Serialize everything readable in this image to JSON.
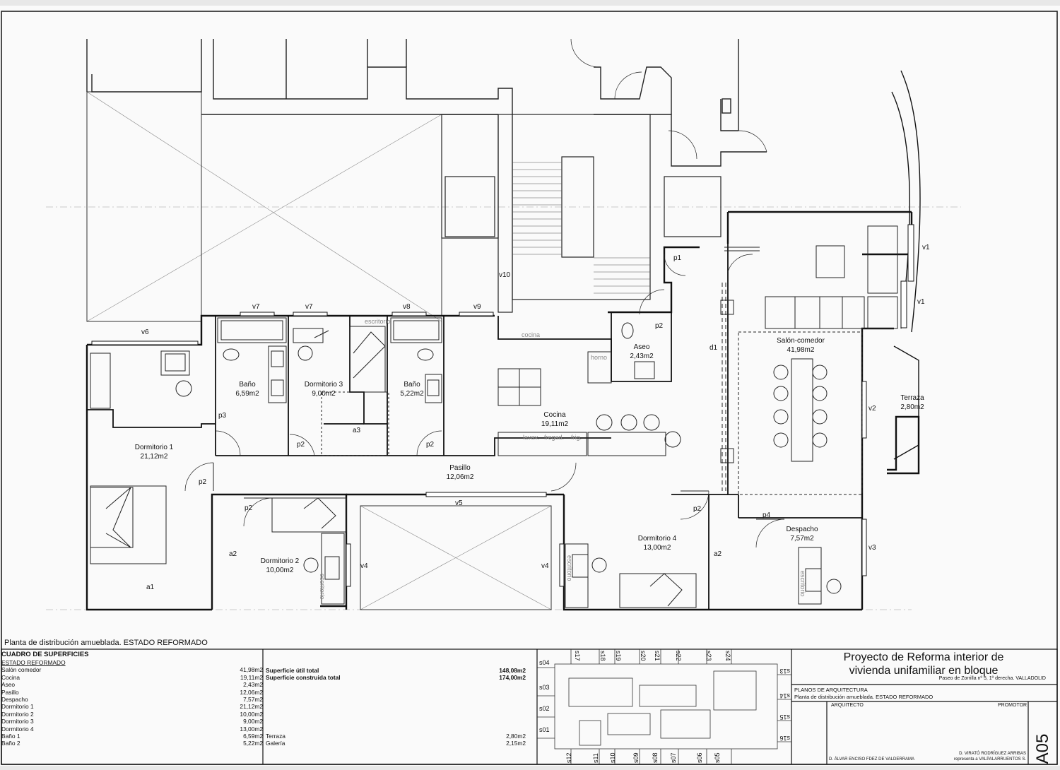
{
  "rooms": {
    "dormitorio1": {
      "name": "Dormitorio 1",
      "area": "21,12m2"
    },
    "bano1": {
      "name": "Baño",
      "area": "6,59m2"
    },
    "dormitorio3": {
      "name": "Dormitorio 3",
      "area": "9,00m2"
    },
    "bano2": {
      "name": "Baño",
      "area": "5,22m2"
    },
    "cocina": {
      "name": "Cocina",
      "area": "19,11m2"
    },
    "aseo": {
      "name": "Aseo",
      "area": "2,43m2"
    },
    "salon": {
      "name": "Salón-comedor",
      "area": "41,98m2"
    },
    "terraza": {
      "name": "Terraza",
      "area": "2,80m2"
    },
    "pasillo": {
      "name": "Pasillo",
      "area": "12,06m2"
    },
    "dormitorio2": {
      "name": "Dormitorio 2",
      "area": "10,00m2"
    },
    "dormitorio4": {
      "name": "Dormitorio 4",
      "area": "13,00m2"
    },
    "despacho": {
      "name": "Despacho",
      "area": "7,57m2"
    }
  },
  "windows": {
    "v1a": "v1",
    "v1b": "v1",
    "v2": "v2",
    "v3": "v3",
    "v4a": "v4",
    "v4b": "v4",
    "v5": "v5",
    "v6": "v6",
    "v7a": "v7",
    "v7b": "v7",
    "v8": "v8",
    "v9": "v9",
    "v10": "v10"
  },
  "doors": {
    "p1": "p1",
    "p2a": "p2",
    "p2b": "p2",
    "p2c": "p2",
    "p2d": "p2",
    "p2e": "p2",
    "p2f": "p2",
    "p3": "p3",
    "p4": "p4",
    "d1": "d1",
    "a1": "a1",
    "a2a": "a2",
    "a2b": "a2",
    "a3": "a3"
  },
  "furniture": {
    "escritorio": "escritorio",
    "cocina_tag": "cocina",
    "horno": "horno",
    "lavavajillas": "lavav.",
    "fregadero": "fregad.",
    "frigo": "frig."
  },
  "caption": "Planta de distribución amueblada. ESTADO REFORMADO",
  "surfaces": {
    "title": "CUADRO DE SUPERFICIES",
    "subtitle": "ESTADO REFORMADO",
    "rows": [
      {
        "name": "Salón comedor",
        "area": "41,98m2"
      },
      {
        "name": "Cocina",
        "area": "19,11m2"
      },
      {
        "name": "Aseo",
        "area": "2,43m2"
      },
      {
        "name": "Pasillo",
        "area": "12,06m2"
      },
      {
        "name": "Despacho",
        "area": "7,57m2"
      },
      {
        "name": "Dormitorio 1",
        "area": "21,12m2"
      },
      {
        "name": "Dormitorio 2",
        "area": "10,00m2"
      },
      {
        "name": "Dormitorio 3",
        "area": "9,00m2"
      },
      {
        "name": "Dormitorio 4",
        "area": "13,00m2"
      },
      {
        "name": "Baño 1",
        "area": "6,59m2"
      },
      {
        "name": "Baño 2",
        "area": "5,22m2"
      }
    ],
    "util_label": "Superficie útil total",
    "util_value": "148,08m2",
    "construida_label": "Superficie construida total",
    "construida_value": "174,00m2",
    "terraza_label": "Terraza",
    "terraza_value": "2,80m2",
    "galeria_label": "Galería",
    "galeria_value": "2,15m2"
  },
  "keymap": {
    "left": [
      "s04",
      "s03",
      "s02",
      "s01"
    ],
    "top": [
      "s17",
      "s18",
      "s19",
      "s20",
      "s21",
      "s22",
      "s23",
      "s24"
    ],
    "right": [
      "s13",
      "s14",
      "s15",
      "s16"
    ],
    "bottom": [
      "s12",
      "s11",
      "s10",
      "s09",
      "s08",
      "s07",
      "s06",
      "s05"
    ]
  },
  "titleblock": {
    "project_line1": "Proyecto de Reforma interior de",
    "project_line2": "vivienda unifamiliar en bloque",
    "address": "Paseo de Zorrilla nº 5, 1º derecha. VALLADOLID",
    "section": "PLANOS DE ARQUITECTURA",
    "plan_title": "Planta de distribución amueblada. ESTADO REFORMADO",
    "arquitecto_label": "ARQUITECTO",
    "promotor_label": "PROMOTOR",
    "arquitecto_name": "D. ÁLVAR ENCISO FDEZ DE VALDERRAMA",
    "promotor_name": "D. VIRATÓ RODRÍGUEZ ARRIBAS",
    "promotor_sub": "representa a VALPALARRUENTOS S.",
    "sheet_number": "A05"
  }
}
